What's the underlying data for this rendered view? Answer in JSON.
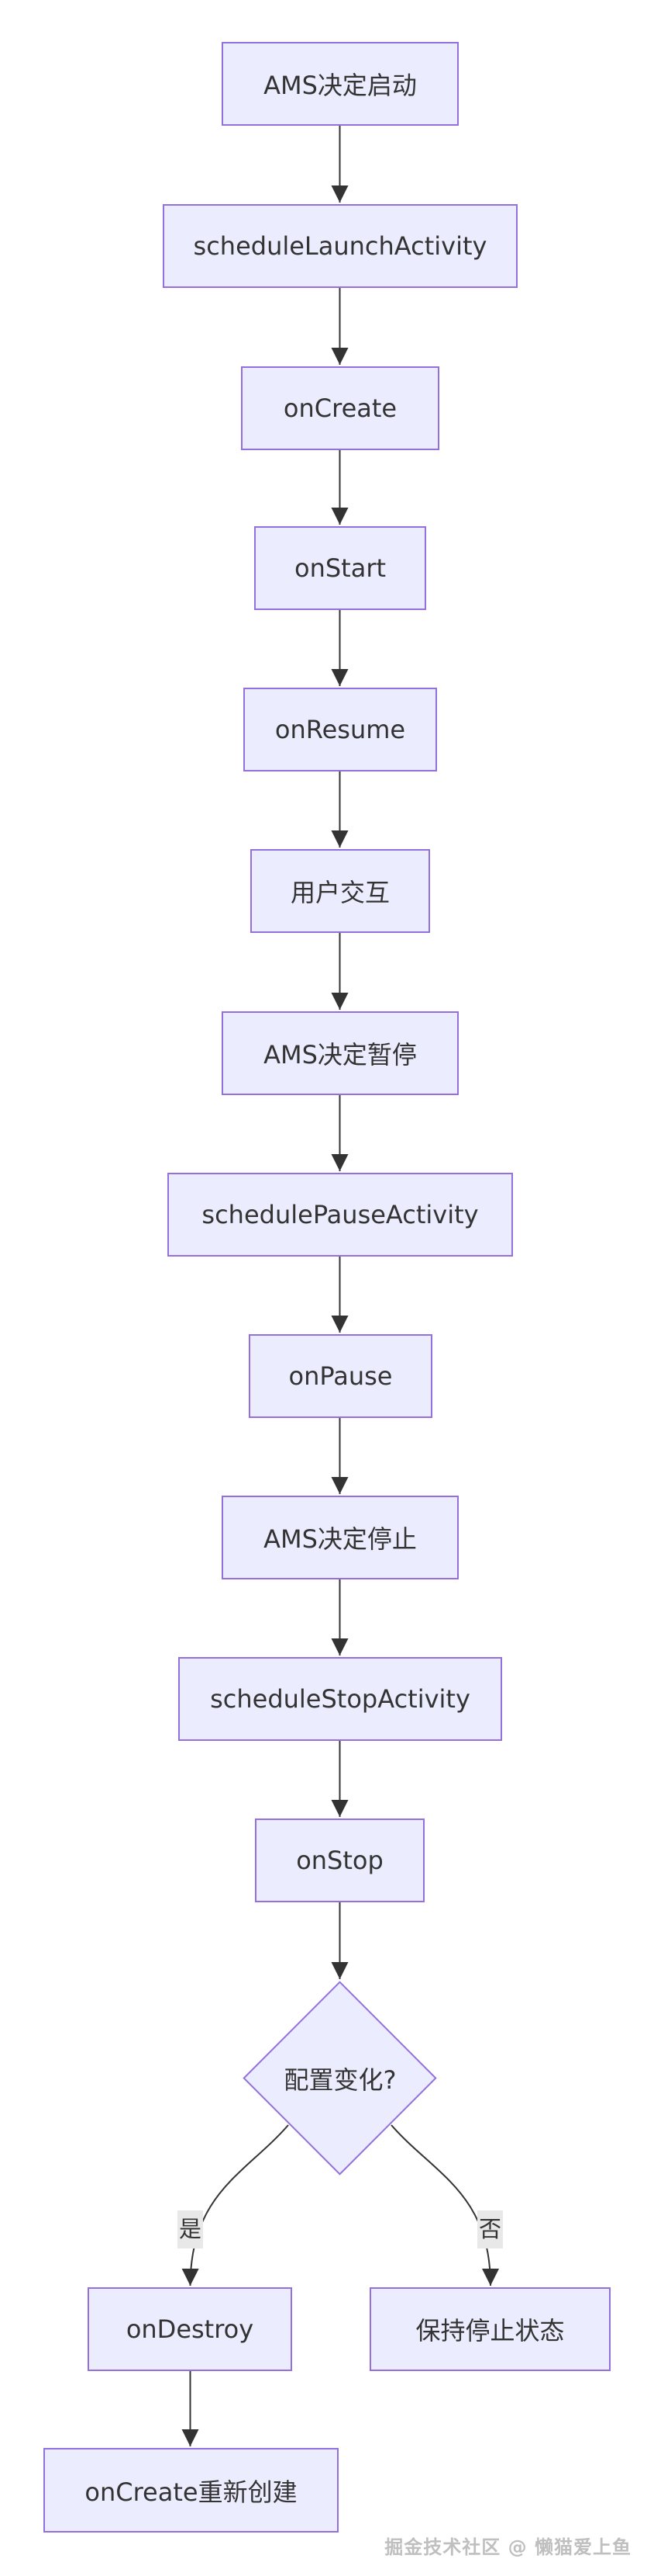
{
  "diagram": {
    "type": "flowchart",
    "direction": "top-down",
    "nodes": [
      {
        "id": "ams_launch",
        "label": "AMS决定启动",
        "shape": "rect"
      },
      {
        "id": "schedule_launch_activity",
        "label": "scheduleLaunchActivity",
        "shape": "rect"
      },
      {
        "id": "on_create",
        "label": "onCreate",
        "shape": "rect"
      },
      {
        "id": "on_start",
        "label": "onStart",
        "shape": "rect"
      },
      {
        "id": "on_resume",
        "label": "onResume",
        "shape": "rect"
      },
      {
        "id": "user_interaction",
        "label": "用户交互",
        "shape": "rect"
      },
      {
        "id": "ams_pause",
        "label": "AMS决定暂停",
        "shape": "rect"
      },
      {
        "id": "schedule_pause_activity",
        "label": "schedulePauseActivity",
        "shape": "rect"
      },
      {
        "id": "on_pause",
        "label": "onPause",
        "shape": "rect"
      },
      {
        "id": "ams_stop",
        "label": "AMS决定停止",
        "shape": "rect"
      },
      {
        "id": "schedule_stop_activity",
        "label": "scheduleStopActivity",
        "shape": "rect"
      },
      {
        "id": "on_stop",
        "label": "onStop",
        "shape": "rect"
      },
      {
        "id": "config_change",
        "label": "配置变化?",
        "shape": "diamond"
      },
      {
        "id": "on_destroy",
        "label": "onDestroy",
        "shape": "rect"
      },
      {
        "id": "keep_stopped",
        "label": "保持停止状态",
        "shape": "rect"
      },
      {
        "id": "on_create_recreate",
        "label": "onCreate重新创建",
        "shape": "rect"
      }
    ],
    "edges": [
      {
        "from": "ams_launch",
        "to": "schedule_launch_activity",
        "label": ""
      },
      {
        "from": "schedule_launch_activity",
        "to": "on_create",
        "label": ""
      },
      {
        "from": "on_create",
        "to": "on_start",
        "label": ""
      },
      {
        "from": "on_start",
        "to": "on_resume",
        "label": ""
      },
      {
        "from": "on_resume",
        "to": "user_interaction",
        "label": ""
      },
      {
        "from": "user_interaction",
        "to": "ams_pause",
        "label": ""
      },
      {
        "from": "ams_pause",
        "to": "schedule_pause_activity",
        "label": ""
      },
      {
        "from": "schedule_pause_activity",
        "to": "on_pause",
        "label": ""
      },
      {
        "from": "on_pause",
        "to": "ams_stop",
        "label": ""
      },
      {
        "from": "ams_stop",
        "to": "schedule_stop_activity",
        "label": ""
      },
      {
        "from": "schedule_stop_activity",
        "to": "on_stop",
        "label": ""
      },
      {
        "from": "on_stop",
        "to": "config_change",
        "label": ""
      },
      {
        "from": "config_change",
        "to": "on_destroy",
        "label": "是"
      },
      {
        "from": "config_change",
        "to": "keep_stopped",
        "label": "否"
      },
      {
        "from": "on_destroy",
        "to": "on_create_recreate",
        "label": ""
      }
    ],
    "colors": {
      "node_fill": "#ECECFF",
      "node_border": "#9370DB",
      "node_text": "#333333",
      "edge": "#333333",
      "edge_label_bg": "#E8E8E8",
      "background": "#FFFFFF",
      "watermark_text": "#BFBFBF"
    },
    "watermark": "掘金技术社区 @ 懒猫爱上鱼"
  }
}
